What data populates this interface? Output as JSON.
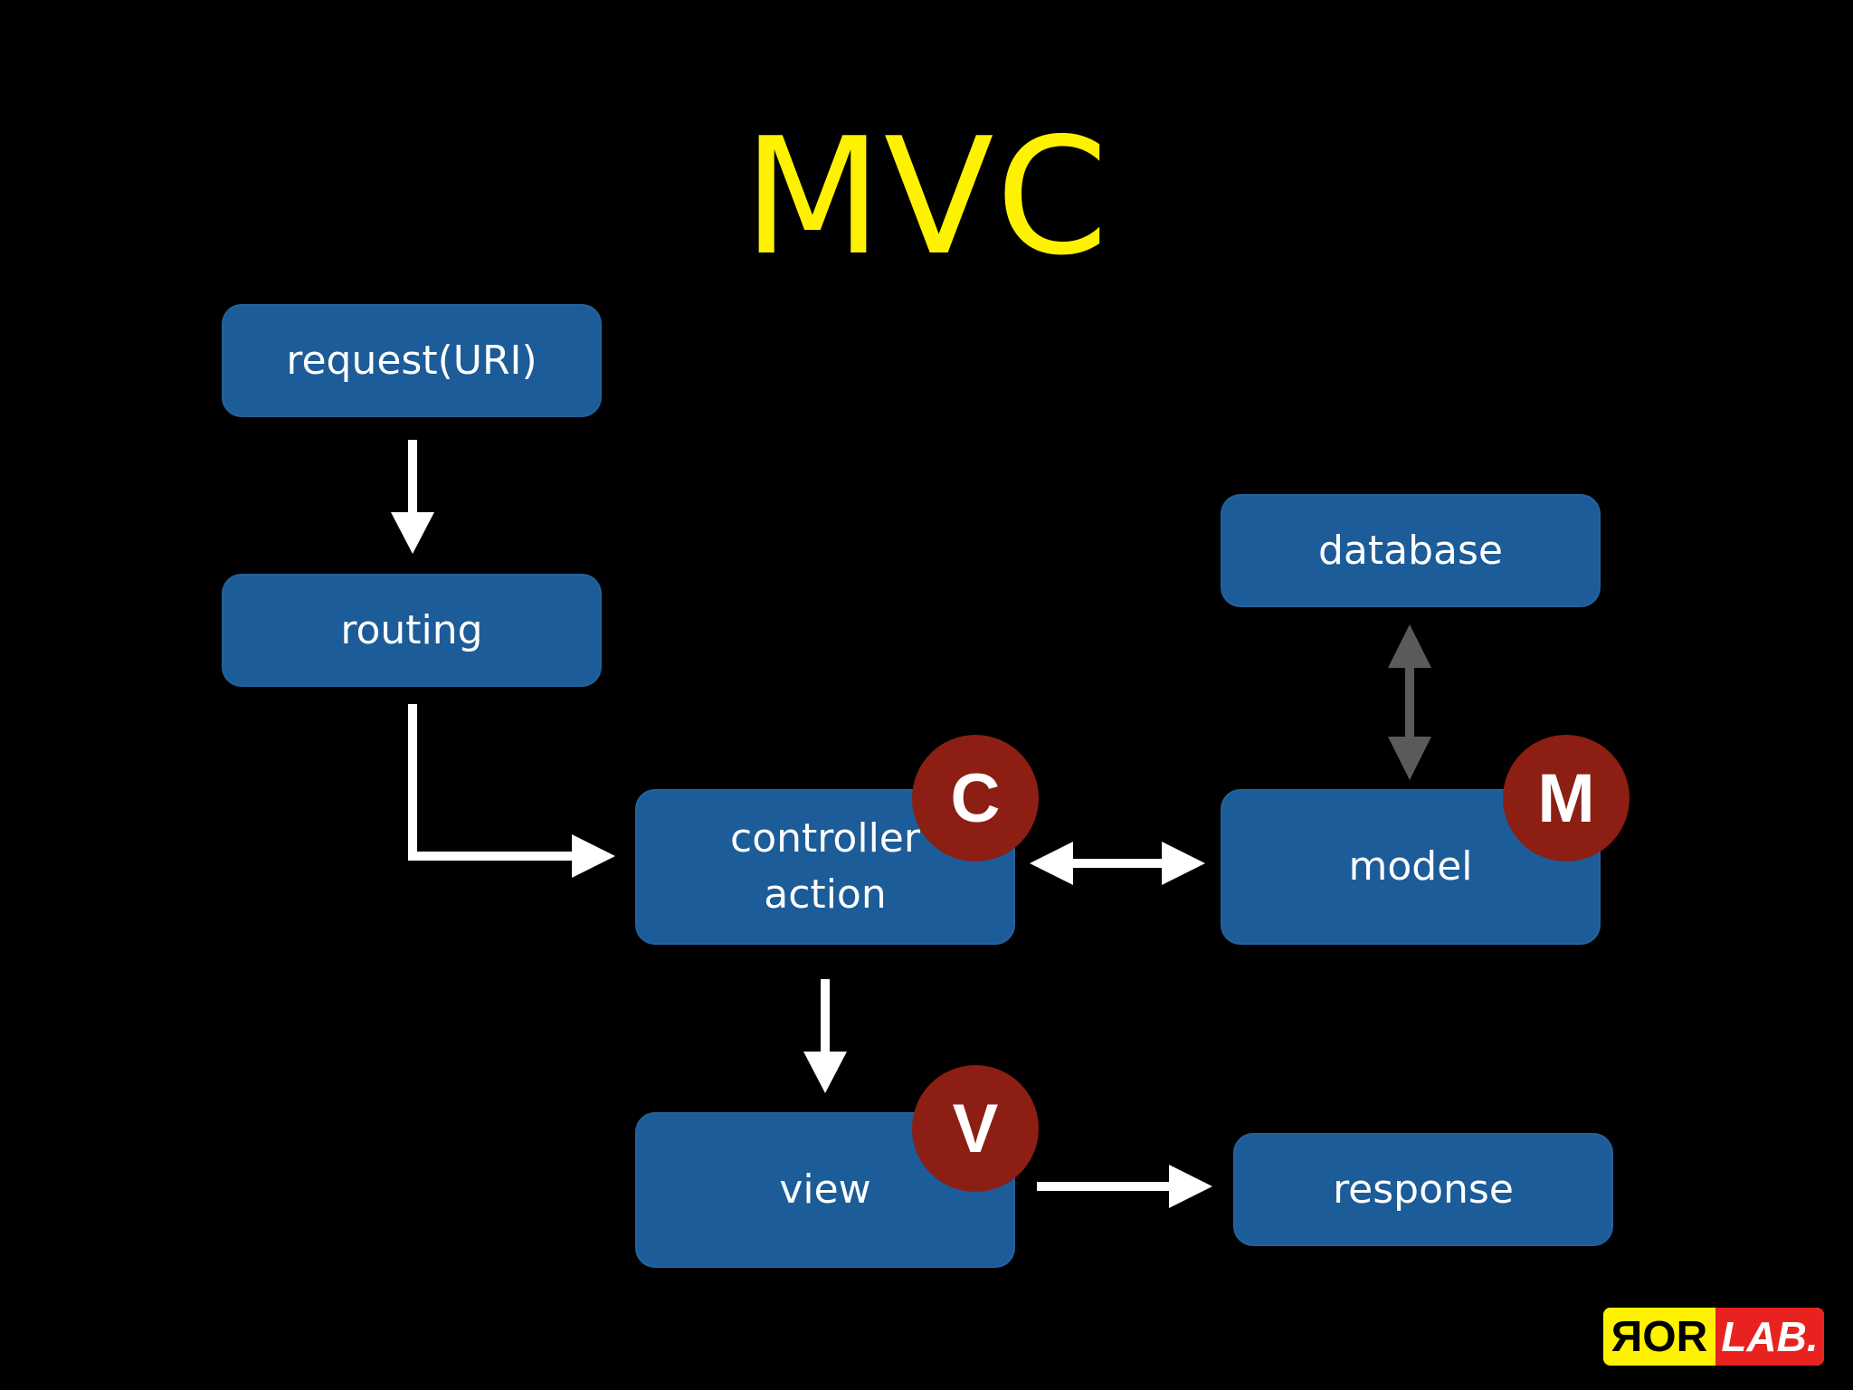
{
  "title": "MVC",
  "nodes": {
    "request": "request(URI)",
    "routing": "routing",
    "database": "database",
    "controller": "controller\naction",
    "model": "model",
    "view": "view",
    "response": "response"
  },
  "badges": {
    "controller": "C",
    "model": "M",
    "view": "V"
  },
  "logo": {
    "left": "ЯOR",
    "right": "LAB."
  },
  "colors": {
    "background": "#000000",
    "title": "#FFF200",
    "node_fill": "#1C5C98",
    "node_text": "#FFFFFF",
    "badge_fill": "#8C1E14",
    "arrow": "#FFFFFF",
    "arrow_database_model": "#5A5A5A",
    "logo_left_bg": "#FFF200",
    "logo_right_bg": "#E8231F"
  },
  "edges": [
    {
      "from": "request",
      "to": "routing",
      "direction": "forward"
    },
    {
      "from": "routing",
      "to": "controller",
      "direction": "forward"
    },
    {
      "from": "controller",
      "to": "model",
      "direction": "both"
    },
    {
      "from": "database",
      "to": "model",
      "direction": "both"
    },
    {
      "from": "controller",
      "to": "view",
      "direction": "forward"
    },
    {
      "from": "view",
      "to": "response",
      "direction": "forward"
    }
  ]
}
